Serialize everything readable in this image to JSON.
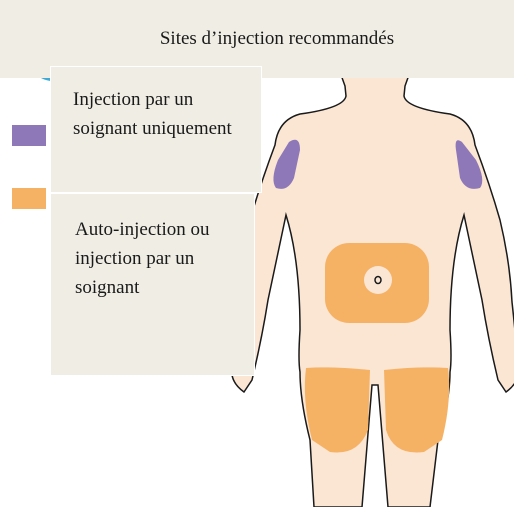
{
  "title": "Sites d’injection recommandés",
  "legend": [
    {
      "label": "Injection par un soignant uniquement",
      "color": "#8f78b8"
    },
    {
      "label": "Auto-injection ou injection par un soignant",
      "color": "#f6b264"
    }
  ],
  "colors": {
    "skin": "#fbe6d4",
    "outline": "#1a1a1a",
    "panel": "#efede4",
    "caregiver_only": "#8f78b8",
    "self_or_caregiver": "#f6b264"
  }
}
